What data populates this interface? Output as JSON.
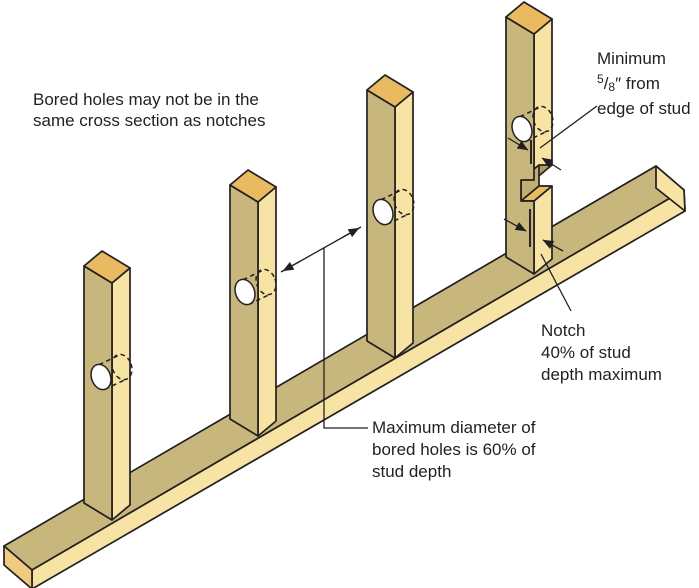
{
  "annotations": {
    "bored_holes_note": {
      "line1": "Bored holes may not be in the",
      "line2": "same cross section as notches"
    },
    "minimum_edge_note": {
      "line1": "Minimum",
      "fraction_numerator": "5",
      "fraction_separator": "/",
      "fraction_denominator": "8",
      "line2_suffix": "″ from",
      "line3": "edge of stud"
    },
    "notch_note": {
      "line1": "Notch",
      "line2": "40% of stud",
      "line3": "depth maximum"
    },
    "max_diameter_note": {
      "line1": "Maximum diameter of",
      "line2": "bored holes is 60% of",
      "line3": "stud depth"
    }
  },
  "palette": {
    "wood_face": "#C7B77D",
    "wood_side": "#F7E3A4",
    "wood_top": "#E9BA5F",
    "wood_end_left": "#EFCB80",
    "wood_end_right": "#F7E3A4",
    "notch_underside": "#A89A63",
    "notch_wall": "#BFAF74",
    "notch_bottom": "#E9BA5F",
    "hole_fill": "#FFFFFF",
    "outline": "#231F20",
    "text": "#231F20",
    "background": "#FFFFFF"
  }
}
